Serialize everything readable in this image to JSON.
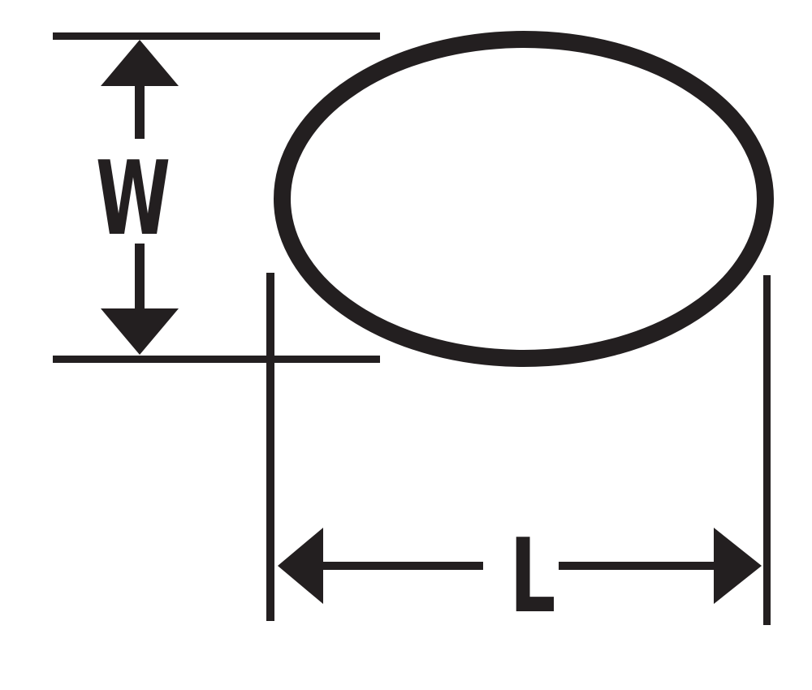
{
  "diagram": {
    "type": "technical-dimension-drawing",
    "shape": "oval",
    "background": "#ffffff",
    "ink": "#231f20",
    "dimensions": {
      "width": {
        "label": "W",
        "orientation": "vertical"
      },
      "length": {
        "label": "L",
        "orientation": "horizontal"
      }
    }
  }
}
